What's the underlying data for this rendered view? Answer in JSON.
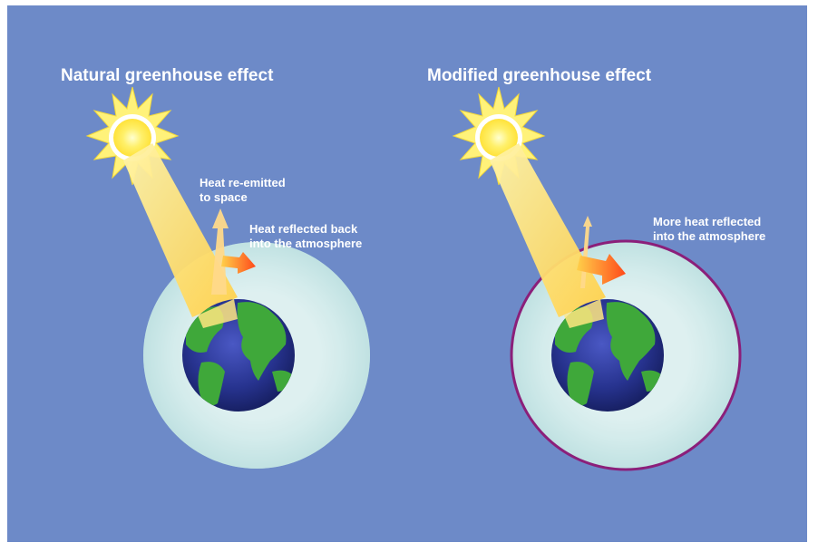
{
  "left_panel": {
    "title": "Natural greenhouse effect",
    "label_reemitted_line1": "Heat re-emitted",
    "label_reemitted_line2": "to space",
    "label_reflected_line1": "Heat reflected back",
    "label_reflected_line2": "into the atmosphere"
  },
  "right_panel": {
    "title": "Modified greenhouse effect",
    "label_reflected_line1": "More heat reflected",
    "label_reflected_line2": "into the atmosphere"
  },
  "colors": {
    "background": "#6d8ac8",
    "atmosphere": "#c5e6e6",
    "ocean": "#1b2a82",
    "land": "#3fa83a",
    "sun_core": "#ffffff",
    "sun_rays": "#fff27a",
    "beam": "#ffd25a",
    "heat_arrow": "#ff5a1f",
    "modified_boundary": "#8b1f7a"
  }
}
